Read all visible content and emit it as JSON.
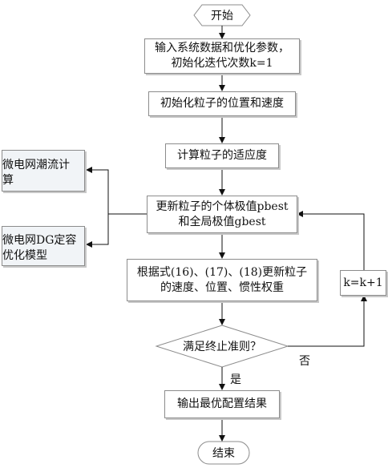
{
  "flowchart": {
    "start": "开始",
    "input_line1": "输入系统数据和优化参数，",
    "input_line2": "初始化迭代次数k=1",
    "init_particles": "初始化粒子的位置和速度",
    "fitness": "计算粒子的适应度",
    "update_best_line1": "更新粒子的个体极值pbest",
    "update_best_line2": "和全局极值gbest",
    "update_vel_line1": "根据式(16)、(17)、(18)更新粒子",
    "update_vel_line2": "的速度、位置、惯性权重",
    "decision": "满足终止准则？",
    "no_label": "否",
    "yes_label": "是",
    "increment": "k=k+1",
    "output": "输出最优配置结果",
    "end": "结束",
    "side_power_flow_line1": "微电网潮流计",
    "side_power_flow_line2": "算",
    "side_dg_model_line1": "微电网DG定容",
    "side_dg_model_line2": "优化模型"
  }
}
